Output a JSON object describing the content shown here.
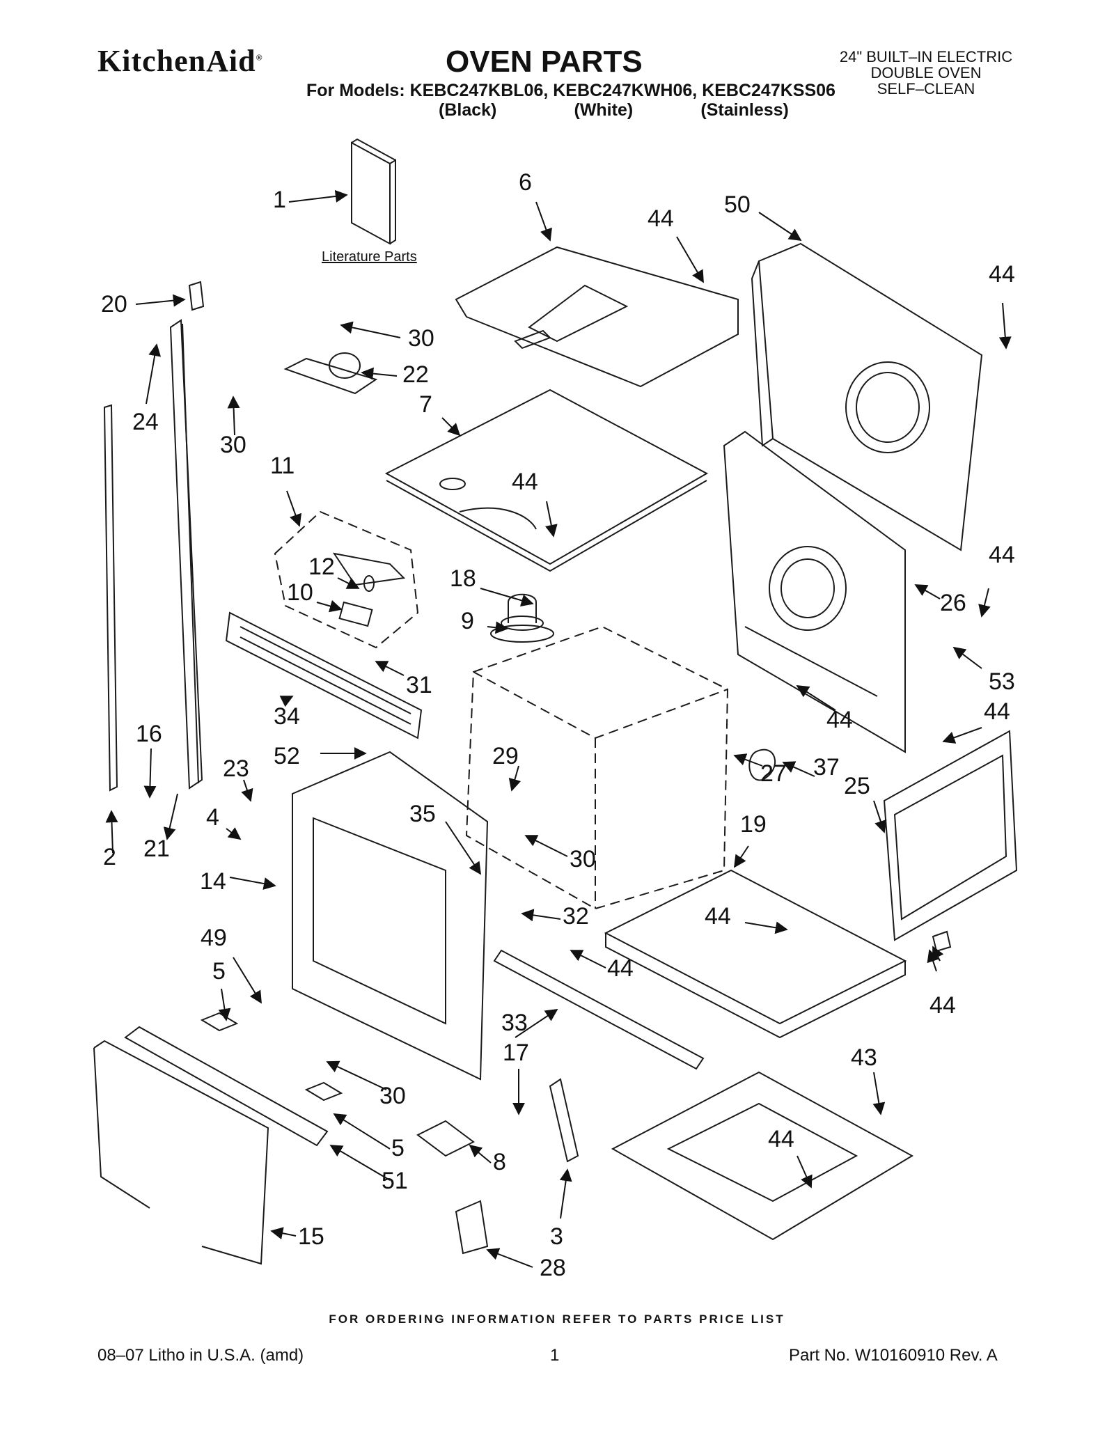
{
  "header": {
    "brand": "KitchenAid",
    "brand_mark": "®",
    "title": "OVEN PARTS",
    "models_line1": "For Models: KEBC247KBL06, KEBC247KWH06, KEBC247KSS06",
    "models_line2": "(Black)                (White)              (Stainless)",
    "oven_type": [
      "24\" BUILT–IN ELECTRIC",
      "DOUBLE OVEN",
      "SELF–CLEAN"
    ]
  },
  "literature_label": "Literature Parts",
  "callouts": [
    "1",
    "6",
    "44",
    "50",
    "44",
    "20",
    "30",
    "22",
    "24",
    "30",
    "7",
    "11",
    "44",
    "12",
    "10",
    "18",
    "9",
    "44",
    "26",
    "53",
    "31",
    "34",
    "44",
    "37",
    "44",
    "16",
    "23",
    "52",
    "29",
    "27",
    "25",
    "4",
    "35",
    "19",
    "21",
    "2",
    "30",
    "14",
    "32",
    "44",
    "44",
    "49",
    "44",
    "44",
    "5",
    "33",
    "17",
    "30",
    "43",
    "5",
    "8",
    "51",
    "44",
    "15",
    "3",
    "28"
  ],
  "footer": {
    "ordering": "FOR ORDERING INFORMATION REFER TO PARTS PRICE LIST",
    "litho": "08–07 Litho in U.S.A. (amd)",
    "page": "1",
    "part_no": "Part No. W10160910 Rev. A"
  }
}
